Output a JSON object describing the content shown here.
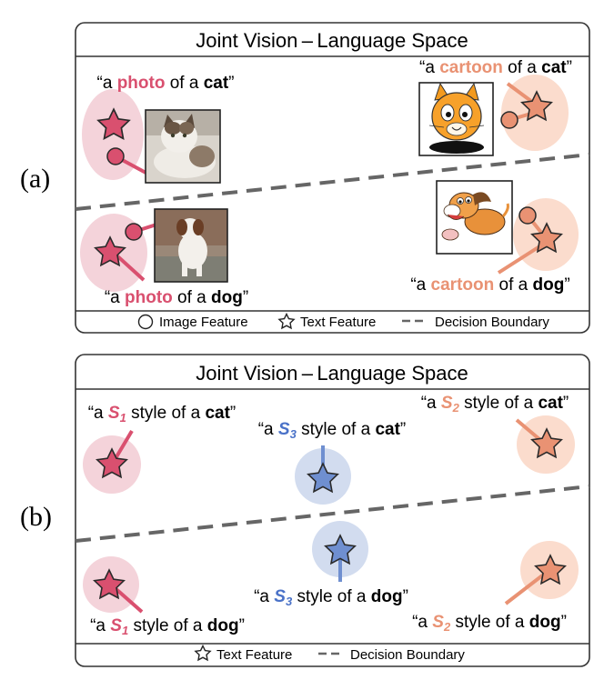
{
  "colors": {
    "photo": "#d9506f",
    "cartoon": "#e99273",
    "s3": "#4a72c8",
    "photo_bg": "#f4d3da",
    "cartoon_bg": "#fbdccd",
    "s3_bg": "#d2dcef",
    "boundary": "#666666"
  },
  "panel_a": {
    "label": "(a)",
    "title": "Joint Vision – Language Space",
    "captions": {
      "photo_cat": {
        "pre": "“a ",
        "style": "photo",
        "mid": " of a ",
        "obj": "cat",
        "post": "”"
      },
      "cartoon_cat": {
        "pre": "“a ",
        "style": "cartoon",
        "mid": " of a ",
        "obj": "cat",
        "post": "”"
      },
      "photo_dog": {
        "pre": "“a ",
        "style": "photo",
        "mid": " of a ",
        "obj": "dog",
        "post": "”"
      },
      "cartoon_dog": {
        "pre": "“a ",
        "style": "cartoon",
        "mid": " of a ",
        "obj": "dog",
        "post": "”"
      }
    },
    "legend": {
      "image_feature": "Image Feature",
      "text_feature": "Text Feature",
      "decision_boundary": "Decision Boundary"
    }
  },
  "panel_b": {
    "label": "(b)",
    "title": "Joint Vision – Language Space",
    "captions": {
      "s1_cat": {
        "pre": "“a ",
        "style": "S",
        "sub": "1",
        "mid": " style of a ",
        "obj": "cat",
        "post": "”"
      },
      "s2_cat": {
        "pre": "“a ",
        "style": "S",
        "sub": "2",
        "mid": " style of a ",
        "obj": "cat",
        "post": "”"
      },
      "s3_cat": {
        "pre": "“a ",
        "style": "S",
        "sub": "3",
        "mid": " style of a ",
        "obj": "cat",
        "post": "”"
      },
      "s3_dog": {
        "pre": "“a ",
        "style": "S",
        "sub": "3",
        "mid": " style of a ",
        "obj": "dog",
        "post": "”"
      },
      "s1_dog": {
        "pre": "“a ",
        "style": "S",
        "sub": "1",
        "mid": " style of a ",
        "obj": "dog",
        "post": "”"
      },
      "s2_dog": {
        "pre": "“a ",
        "style": "S",
        "sub": "2",
        "mid": " style of a ",
        "obj": "dog",
        "post": "”"
      }
    },
    "legend": {
      "text_feature": "Text Feature",
      "decision_boundary": "Decision Boundary"
    }
  }
}
